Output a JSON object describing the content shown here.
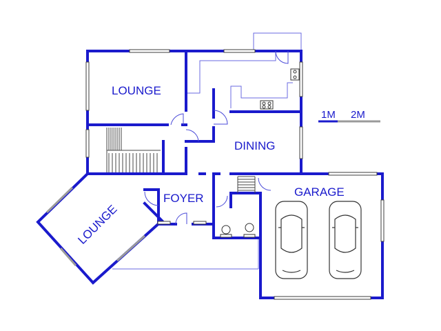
{
  "rooms": {
    "lounge_upper": "LOUNGE",
    "lounge_lower": "LOUNGE",
    "dining": "DINING",
    "foyer": "FOYER",
    "garage": "GARAGE"
  },
  "scale": {
    "mark_1": "1M",
    "mark_2": "2M"
  },
  "colors": {
    "wall": "#1a1acc",
    "label": "#1a1acc",
    "scale_grey": "#9a9a9a"
  }
}
